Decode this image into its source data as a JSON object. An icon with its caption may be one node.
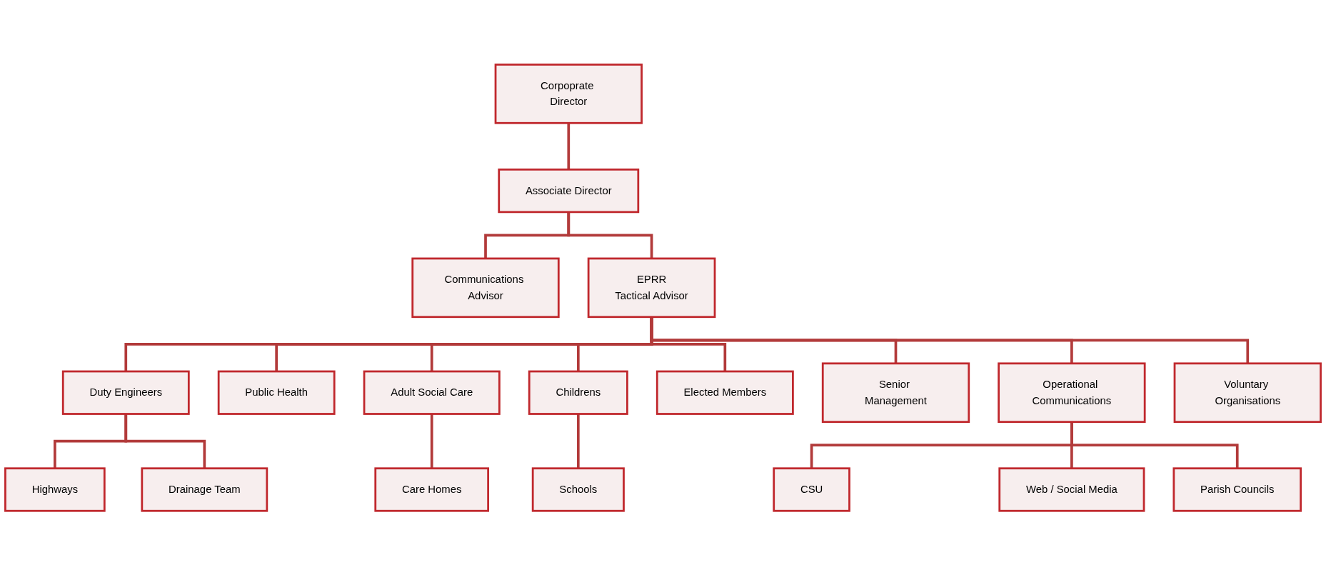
{
  "diagram": {
    "nodes": [
      {
        "text": [
          "Corpoprate Director"
        ]
      },
      {
        "text": [
          "Associate Director"
        ]
      },
      {
        "text": [
          "Communications Advisor"
        ]
      },
      {
        "text": [
          "EPRR",
          "Tactical Advisor"
        ]
      },
      {
        "text": [
          "Duty Engineers"
        ]
      },
      {
        "text": [
          "Public Health"
        ]
      },
      {
        "text": [
          "Adult Social Care"
        ]
      },
      {
        "text": [
          "Childrens"
        ]
      },
      {
        "text": [
          "Elected Members"
        ]
      },
      {
        "text": [
          "Senior Management"
        ]
      },
      {
        "text": [
          "Operational Communications"
        ]
      },
      {
        "text": [
          "Voluntary Organisations"
        ]
      },
      {
        "text": [
          "Highways"
        ]
      },
      {
        "text": [
          "Drainage Team"
        ]
      },
      {
        "text": [
          "Care Homes"
        ]
      },
      {
        "text": [
          "Schools"
        ]
      },
      {
        "text": [
          "CSU"
        ]
      },
      {
        "text": [
          "Web / Social Media"
        ]
      },
      {
        "text": [
          "Parish Councils"
        ]
      }
    ],
    "edges": [
      {
        "from": 0,
        "to": 1,
        "arrow": "none"
      },
      {
        "from": 1,
        "to": 2,
        "arrow": "none"
      },
      {
        "from": 1,
        "to": 3,
        "arrow": "none"
      },
      {
        "from": 3,
        "to": 4,
        "arrow": "none"
      },
      {
        "from": 3,
        "to": 5,
        "arrow": "none"
      },
      {
        "from": 3,
        "to": 6,
        "arrow": "none"
      },
      {
        "from": 3,
        "to": 7,
        "arrow": "none"
      },
      {
        "from": 3,
        "to": 8,
        "arrow": "none"
      },
      {
        "from": 3,
        "to": 9,
        "arrow": "none"
      },
      {
        "from": 3,
        "to": 10,
        "arrow": "none"
      },
      {
        "from": 3,
        "to": 11,
        "arrow": "none"
      },
      {
        "from": 4,
        "to": 12,
        "arrow": "none"
      },
      {
        "from": 4,
        "to": 13,
        "arrow": "none"
      },
      {
        "from": 6,
        "to": 14,
        "arrow": "none"
      },
      {
        "from": 7,
        "to": 15,
        "arrow": "none"
      },
      {
        "from": 10,
        "to": 16,
        "arrow": "none"
      },
      {
        "from": 10,
        "to": 17,
        "arrow": "none"
      },
      {
        "from": 10,
        "to": 18,
        "arrow": "none"
      }
    ]
  }
}
